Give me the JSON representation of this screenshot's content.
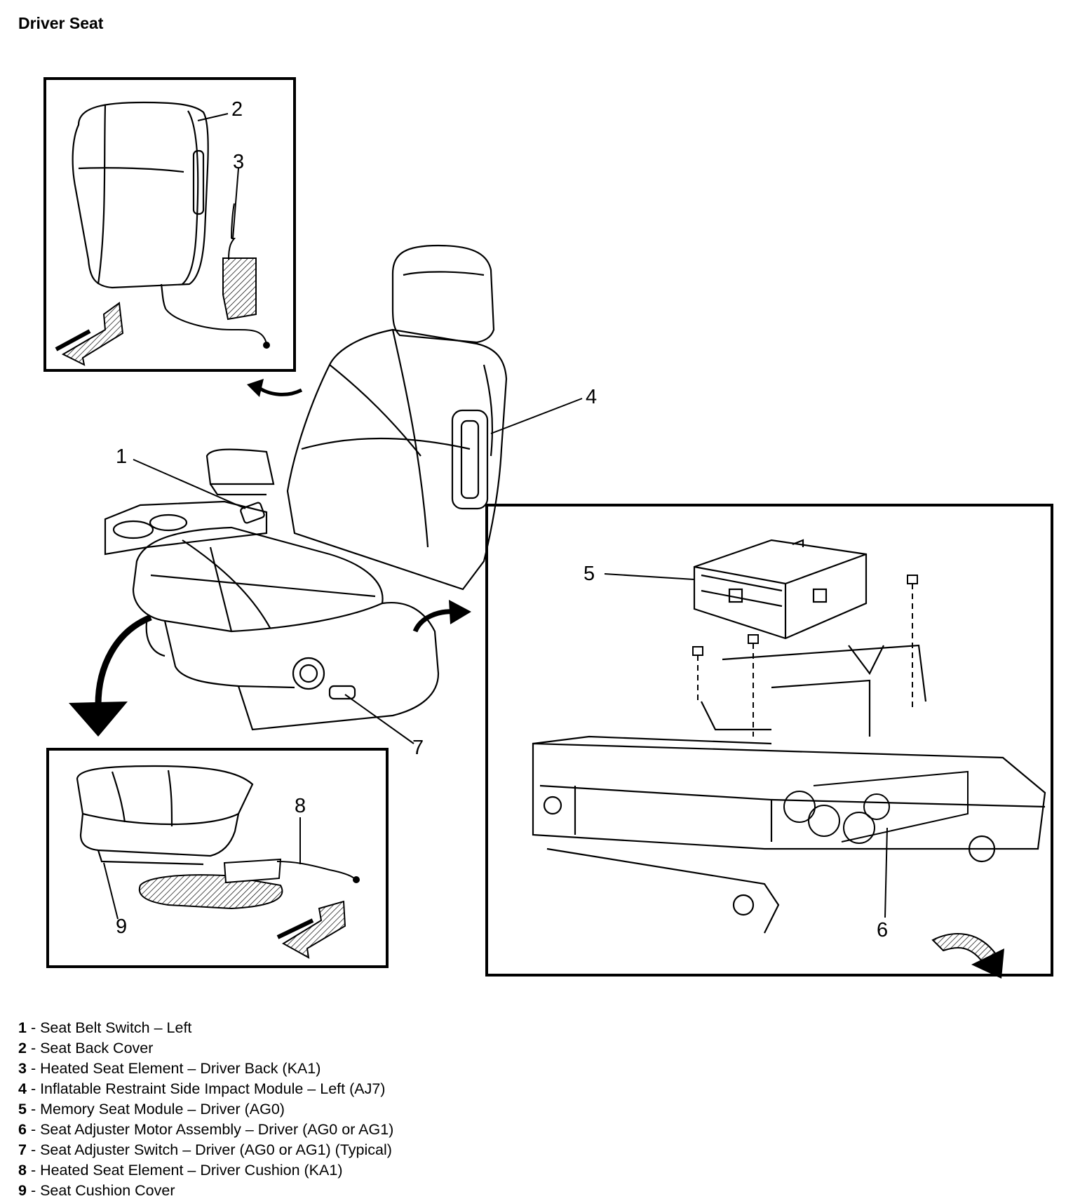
{
  "title": "Driver Seat",
  "callouts": [
    "1",
    "2",
    "3",
    "4",
    "5",
    "6",
    "7",
    "8",
    "9"
  ],
  "legend": [
    {
      "num": "1",
      "sep": " - ",
      "text": "Seat Belt Switch – Left"
    },
    {
      "num": "2",
      "sep": " - ",
      "text": "Seat Back Cover"
    },
    {
      "num": "3",
      "sep": " - ",
      "text": "Heated Seat Element – Driver Back (KA1)"
    },
    {
      "num": "4",
      "sep": " - ",
      "text": "Inflatable Restraint Side Impact Module – Left (AJ7)"
    },
    {
      "num": "5",
      "sep": " - ",
      "text": "Memory Seat Module – Driver (AG0)"
    },
    {
      "num": "6",
      "sep": " - ",
      "text": "Seat Adjuster Motor Assembly – Driver (AG0 or AG1)"
    },
    {
      "num": "7",
      "sep": " - ",
      "text": "Seat Adjuster Switch – Driver (AG0 or AG1) (Typical)"
    },
    {
      "num": "8",
      "sep": " - ",
      "text": "Heated Seat Element – Driver Cushion (KA1)"
    },
    {
      "num": "9",
      "sep": " - ",
      "text": "Seat Cushion Cover"
    }
  ]
}
